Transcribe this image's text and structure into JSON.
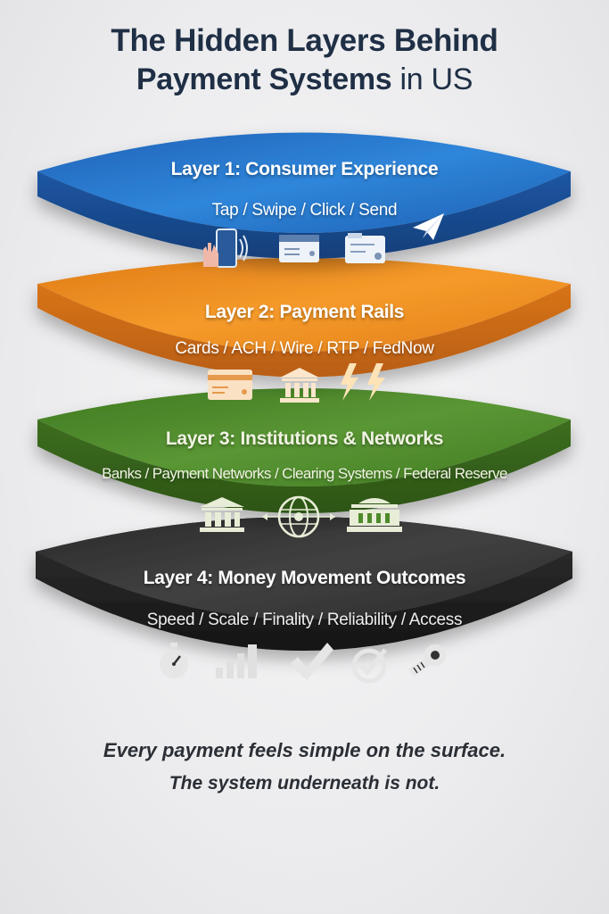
{
  "title": {
    "line1": "The Hidden Layers Behind",
    "line2_bold": "Payment Systems",
    "line2_light": " in US"
  },
  "layers": [
    {
      "title": "Layer 1: Consumer Experience",
      "subtitle": "Tap / Swipe / Click / Send",
      "color": "#2673c9",
      "icons": [
        "tap-phone-icon",
        "card-icon",
        "card-reader-icon",
        "paper-plane-icon"
      ]
    },
    {
      "title": "Layer 2: Payment Rails",
      "subtitle": "Cards / ACH / Wire / RTP / FedNow",
      "color": "#ec8a20",
      "icons": [
        "credit-card-icon",
        "bank-icon",
        "lightning-icon",
        "lightning-icon"
      ]
    },
    {
      "title": "Layer 3: Institutions & Networks",
      "subtitle": "Banks / Payment Networks / Clearing Systems / Federal Reserve",
      "color": "#4e8a2a",
      "icons": [
        "bank-icon",
        "globe-network-icon",
        "federal-reserve-icon"
      ]
    },
    {
      "title": "Layer 4: Money Movement Outcomes",
      "subtitle": "Speed / Scale / Finality / Reliability / Access",
      "color": "#333333",
      "icons": [
        "stopwatch-icon",
        "bar-chart-icon",
        "checkmark-icon",
        "check-circle-icon",
        "key-icon"
      ]
    }
  ],
  "footer": {
    "line1": "Every payment feels simple on the surface.",
    "line2": "The system underneath is not."
  }
}
